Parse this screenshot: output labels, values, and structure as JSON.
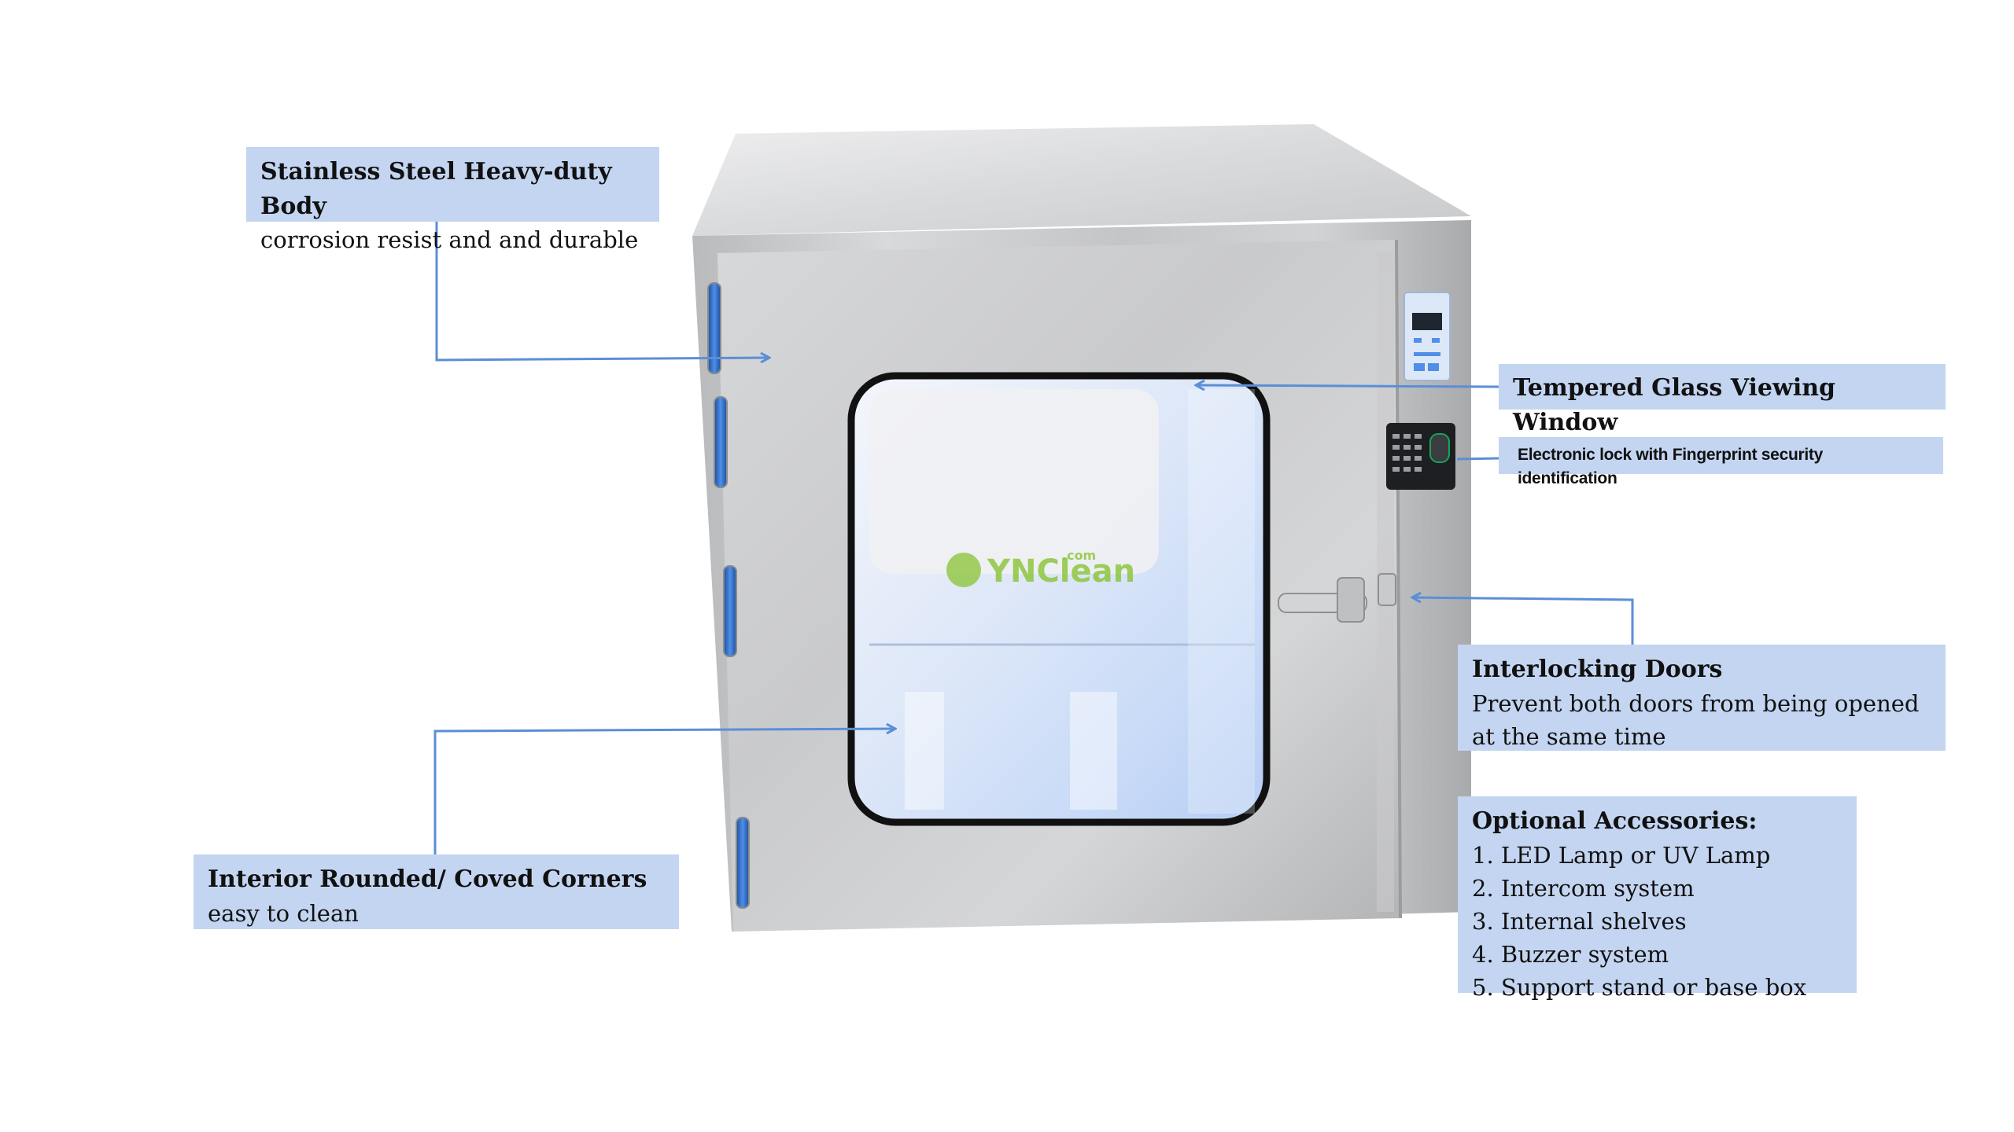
{
  "colors": {
    "callout_bg": "#c3d5f1",
    "leader_line": "#5b8ed6",
    "steel": "#c7c8ca",
    "glass": "#dfe9fb",
    "hinge": "#2f6fd1"
  },
  "callouts": {
    "body": {
      "title": "Stainless Steel Heavy-duty Body",
      "desc": "corrosion resist and and durable"
    },
    "window": {
      "title": "Tempered Glass Viewing Window"
    },
    "lock": {
      "title": "Electronic lock with Fingerprint security identification"
    },
    "interlock": {
      "title": "Interlocking Doors",
      "desc_line1": "Prevent both doors from being opened",
      "desc_line2": "at the same time"
    },
    "corners": {
      "title": "Interior Rounded/ Coved Corners",
      "desc": "easy to clean"
    },
    "accessories": {
      "title": "Optional Accessories:",
      "items": [
        "1. LED Lamp or UV Lamp",
        "2. Intercom system",
        "3. Internal shelves",
        "4. Buzzer system",
        "5. Support stand or base box"
      ]
    }
  },
  "product": {
    "watermark": "YNClean",
    "watermark_suffix": ".com",
    "icons": [
      "pass-box-cabinet",
      "control-panel-display",
      "fingerprint-keypad",
      "door-handle",
      "hinge"
    ]
  }
}
